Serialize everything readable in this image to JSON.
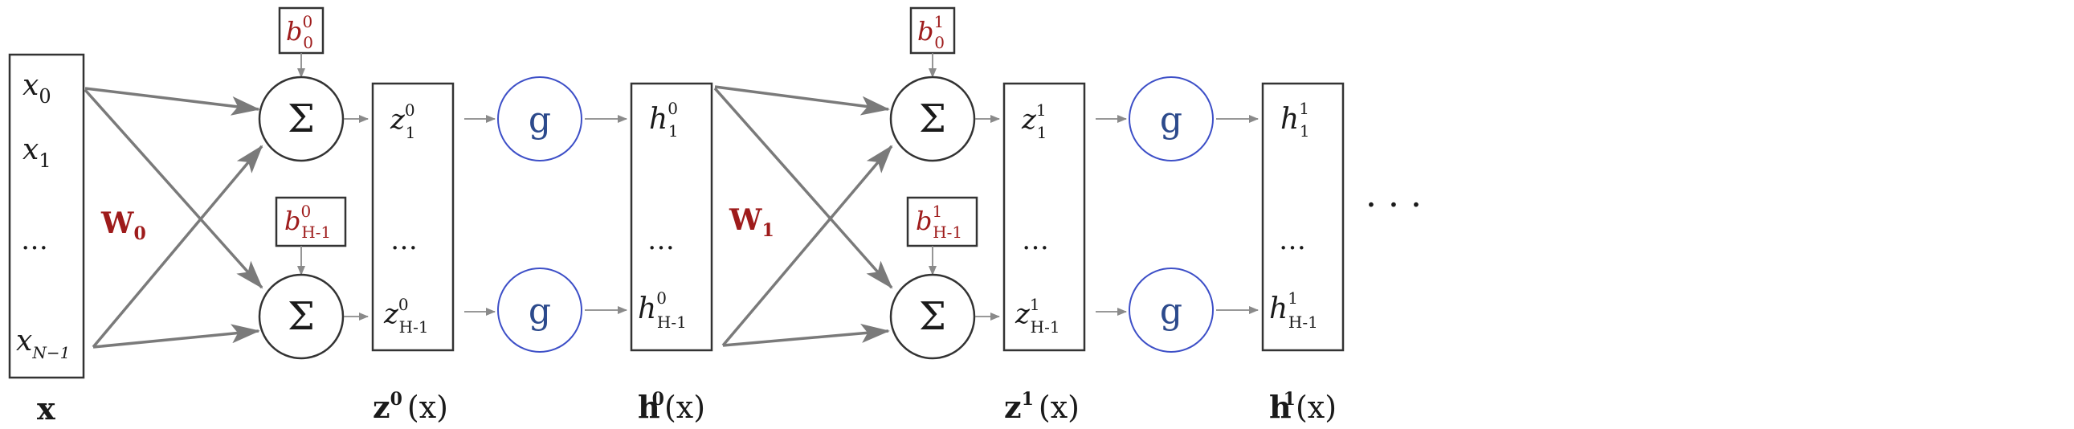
{
  "input": {
    "items": [
      "x",
      "x",
      "…",
      "x"
    ],
    "subs": [
      "0",
      "1",
      "",
      "N−1"
    ],
    "label": "x"
  },
  "layers": [
    {
      "weight_main": "W",
      "weight_sub": "0",
      "bias_top_main": "b",
      "bias_top_sup": "0",
      "bias_top_sub": "0",
      "bias_bot_main": "b",
      "bias_bot_sup": "0",
      "bias_bot_sub": "H-1",
      "sum_symbol": "Σ",
      "z_main": "z",
      "z_sup": "0",
      "z_top_sub": "1",
      "z_bot_sub": "H-1",
      "z_dots": "…",
      "z_label_main": "z",
      "z_label_sup": "0",
      "z_label_arg": "(x)",
      "g_symbol": "g",
      "h_main": "h",
      "h_sup": "0",
      "h_top_sub": "1",
      "h_bot_sub": "H-1",
      "h_dots": "…",
      "h_label_main": "h",
      "h_label_sup": "0",
      "h_label_arg": "(x)"
    },
    {
      "weight_main": "W",
      "weight_sub": "1",
      "bias_top_main": "b",
      "bias_top_sup": "1",
      "bias_top_sub": "0",
      "bias_bot_main": "b",
      "bias_bot_sup": "1",
      "bias_bot_sub": "H-1",
      "sum_symbol": "Σ",
      "z_main": "z",
      "z_sup": "1",
      "z_top_sub": "1",
      "z_bot_sub": "H-1",
      "z_dots": "…",
      "z_label_main": "z",
      "z_label_sup": "1",
      "z_label_arg": "(x)",
      "g_symbol": "g",
      "h_main": "h",
      "h_sup": "1",
      "h_top_sub": "1",
      "h_bot_sub": "H-1",
      "h_dots": "…",
      "h_label_main": "h",
      "h_label_sup": "1",
      "h_label_arg": "(x)"
    }
  ],
  "continuation": "· · ·",
  "colors": {
    "accent_red": "#9e1b1b",
    "g_blue": "#2c4a8c",
    "g_circle": "#3d4fc7",
    "arrow_gray": "#7a7a7a"
  }
}
